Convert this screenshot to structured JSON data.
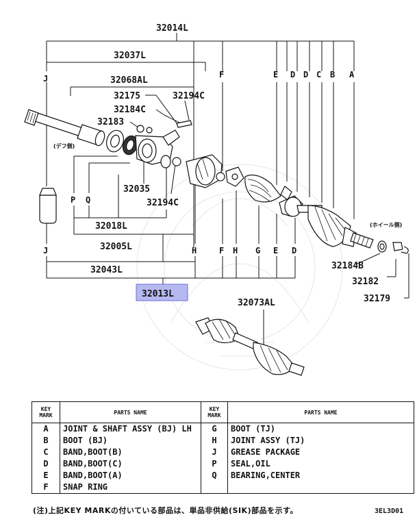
{
  "assembly": {
    "top": "32014L",
    "inner_shaft": "32037L",
    "shaft_assy": "32068AL",
    "bottom_sub": "32018L",
    "bottom_005": "32005L",
    "bottom_043": "32043L",
    "highlighted": "32013L",
    "alt_assy": "32073AL"
  },
  "parts": {
    "p32175": "32175",
    "p32194c_top": "32194C",
    "p32184c": "32184C",
    "p32183": "32183",
    "p32035": "32035",
    "p32194c_mid": "32194C",
    "p32184b": "32184B",
    "p32182": "32182",
    "p32179": "32179"
  },
  "side_labels": {
    "diff_side": "(デフ側)",
    "wheel_side": "(ホイール側)"
  },
  "key_letters_top": [
    "J",
    "F",
    "E",
    "D",
    "D",
    "C",
    "B",
    "A"
  ],
  "key_letters_bottom": [
    "J",
    "H",
    "F",
    "H",
    "G",
    "E",
    "D"
  ],
  "key_letters_mid": [
    "P",
    "Q"
  ],
  "table": {
    "key_header": "KEY\nMARK",
    "name_header": "PARTS NAME",
    "rows": [
      {
        "k1": "A",
        "n1": "JOINT & SHAFT ASSY (BJ) LH",
        "k2": "G",
        "n2": "BOOT (TJ)"
      },
      {
        "k1": "B",
        "n1": "BOOT (BJ)",
        "k2": "H",
        "n2": "JOINT ASSY (TJ)"
      },
      {
        "k1": "C",
        "n1": "BAND,BOOT(B)",
        "k2": "J",
        "n2": "GREASE PACKAGE"
      },
      {
        "k1": "D",
        "n1": "BAND,BOOT(C)",
        "k2": "P",
        "n2": "SEAL,OIL"
      },
      {
        "k1": "E",
        "n1": "BAND,BOOT(A)",
        "k2": "Q",
        "n2": "BEARING,CENTER"
      },
      {
        "k1": "F",
        "n1": "SNAP RING",
        "k2": "",
        "n2": ""
      }
    ]
  },
  "note": "(注)上記KEY MARKの付いている部品は、単品非供給(SIK)部品を示す。",
  "drawing_code": "3EL3D01",
  "colors": {
    "highlight_fill": "#b6b8f0",
    "highlight_border": "#6a6fd8",
    "ink": "#111111"
  }
}
